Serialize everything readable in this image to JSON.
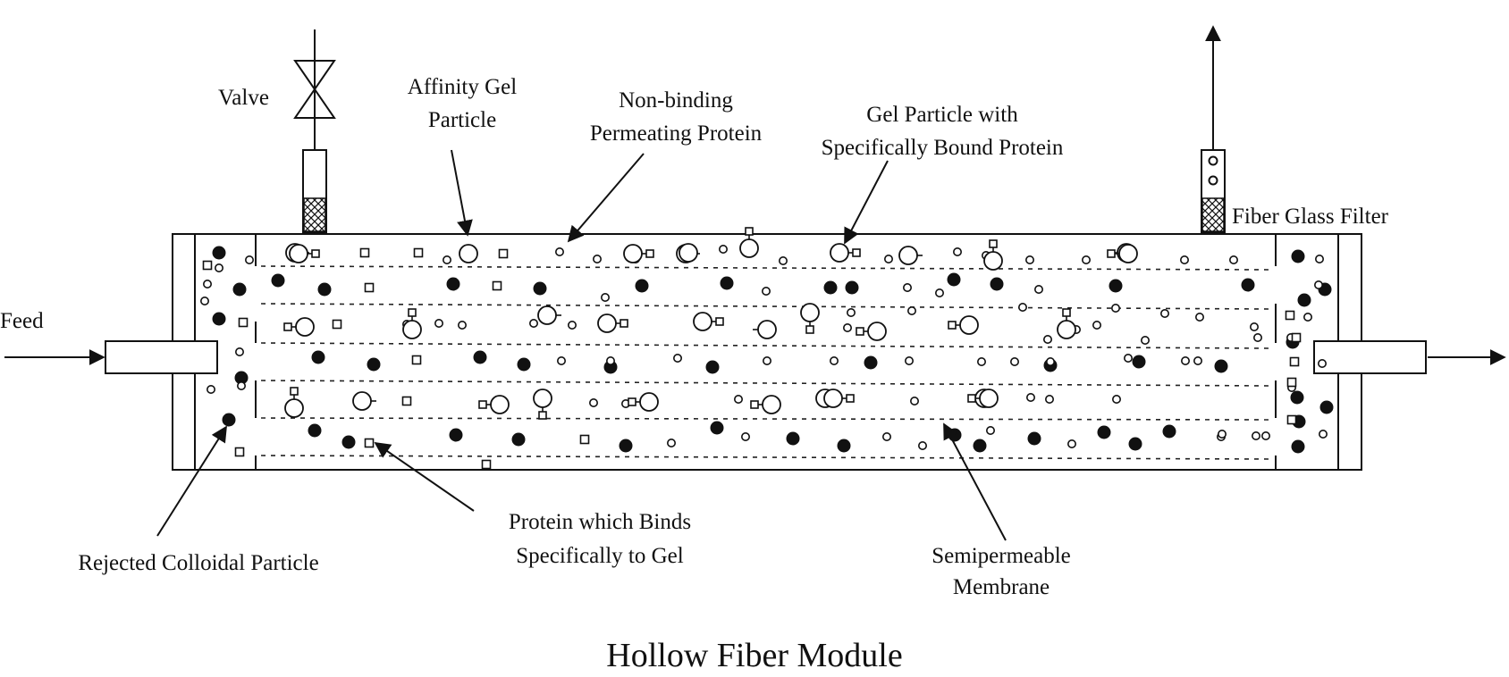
{
  "title": "Hollow Fiber Module",
  "labels": {
    "feed": "Feed",
    "valve": "Valve",
    "affinity_gel": [
      "Affinity Gel",
      "Particle"
    ],
    "non_binding": [
      "Non-binding",
      "Permeating Protein"
    ],
    "gel_bound": [
      "Gel Particle with",
      "Specifically Bound Protein"
    ],
    "fiber_glass_filter": "Fiber Glass Filter",
    "rejected_colloidal": "Rejected Colloidal Particle",
    "protein_binds": [
      "Protein which Binds",
      "Specifically to Gel"
    ],
    "membrane": [
      "Semipermeable",
      "Membrane"
    ]
  },
  "colors": {
    "ink": "#111111",
    "background": "#ffffff"
  }
}
